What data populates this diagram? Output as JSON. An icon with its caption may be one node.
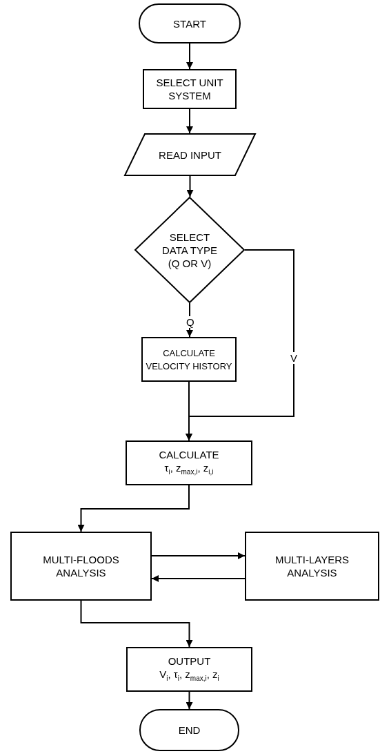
{
  "diagram": {
    "nodes": [
      {
        "text": [
          "START"
        ]
      },
      {
        "text": [
          "SELECT UNIT SYSTEM"
        ]
      },
      {
        "text": [
          "READ INPUT"
        ]
      },
      {
        "text": [
          "SELECT DATA TYPE (Q OR V)"
        ]
      },
      {
        "text": [
          "CALCULATE VELOCITY HISTORY"
        ]
      },
      {
        "text": [
          "CALCULATE",
          "τ$_{i}$, z$_{max,i}$, z$_{i,i}$"
        ]
      },
      {
        "text": [
          "MULTI-FLOODS ANALYSIS"
        ]
      },
      {
        "text": [
          "MULTI-LAYERS ANALYSIS"
        ]
      },
      {
        "text": [
          "OUTPUT",
          "V$_{i}$, τ$_{i}$, z$_{max,i}$, z$_{i}$"
        ]
      },
      {
        "text": [
          "END"
        ]
      }
    ],
    "edges": [
      {
        "from": 0,
        "to": 1,
        "arrow": "to"
      },
      {
        "from": 1,
        "to": 2,
        "arrow": "to"
      },
      {
        "from": 2,
        "to": 3,
        "arrow": "to"
      },
      {
        "from": 3,
        "to": 4,
        "arrow": "to",
        "label": "Q"
      },
      {
        "from": 3,
        "to": 5,
        "arrow": "to",
        "label": "V"
      },
      {
        "from": 4,
        "to": 5,
        "arrow": "to"
      },
      {
        "from": 5,
        "to": 6,
        "arrow": "to"
      },
      {
        "from": 6,
        "to": 7,
        "arrow": "to"
      },
      {
        "from": 7,
        "to": 6,
        "arrow": "to"
      },
      {
        "from": 6,
        "to": 8,
        "arrow": "to"
      },
      {
        "from": 8,
        "to": 9,
        "arrow": "to"
      }
    ]
  }
}
